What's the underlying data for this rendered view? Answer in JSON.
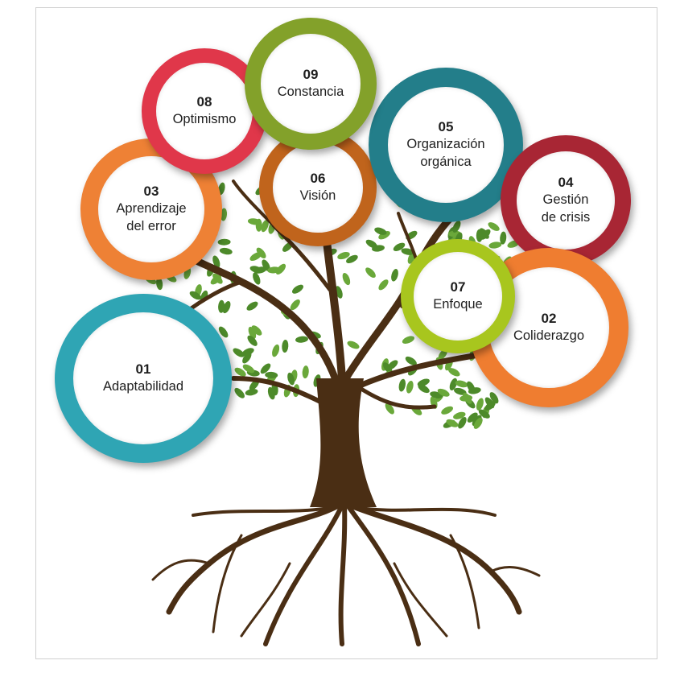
{
  "nodes": [
    {
      "id": "n01",
      "number": "01",
      "label": "Adaptabilidad",
      "color": "#2fa5b4"
    },
    {
      "id": "n02",
      "number": "02",
      "label": "Coliderazgo",
      "color": "#ef7d30"
    },
    {
      "id": "n03",
      "number": "03",
      "label": "Aprendizaje\ndel error",
      "color": "#ee8135"
    },
    {
      "id": "n04",
      "number": "04",
      "label": "Gestión\nde crisis",
      "color": "#a82634"
    },
    {
      "id": "n05",
      "number": "05",
      "label": "Organización\norgánica",
      "color": "#237e8a"
    },
    {
      "id": "n06",
      "number": "06",
      "label": "Visión",
      "color": "#c0641c"
    },
    {
      "id": "n07",
      "number": "07",
      "label": "Enfoque",
      "color": "#a8c61e"
    },
    {
      "id": "n08",
      "number": "08",
      "label": "Optimismo",
      "color": "#e0374a"
    },
    {
      "id": "n09",
      "number": "09",
      "label": "Constancia",
      "color": "#83a12a"
    }
  ],
  "colors": {
    "trunk": "#4a2e14",
    "leaf": "#6aa83a",
    "leaf_dark": "#4d8a2a"
  }
}
